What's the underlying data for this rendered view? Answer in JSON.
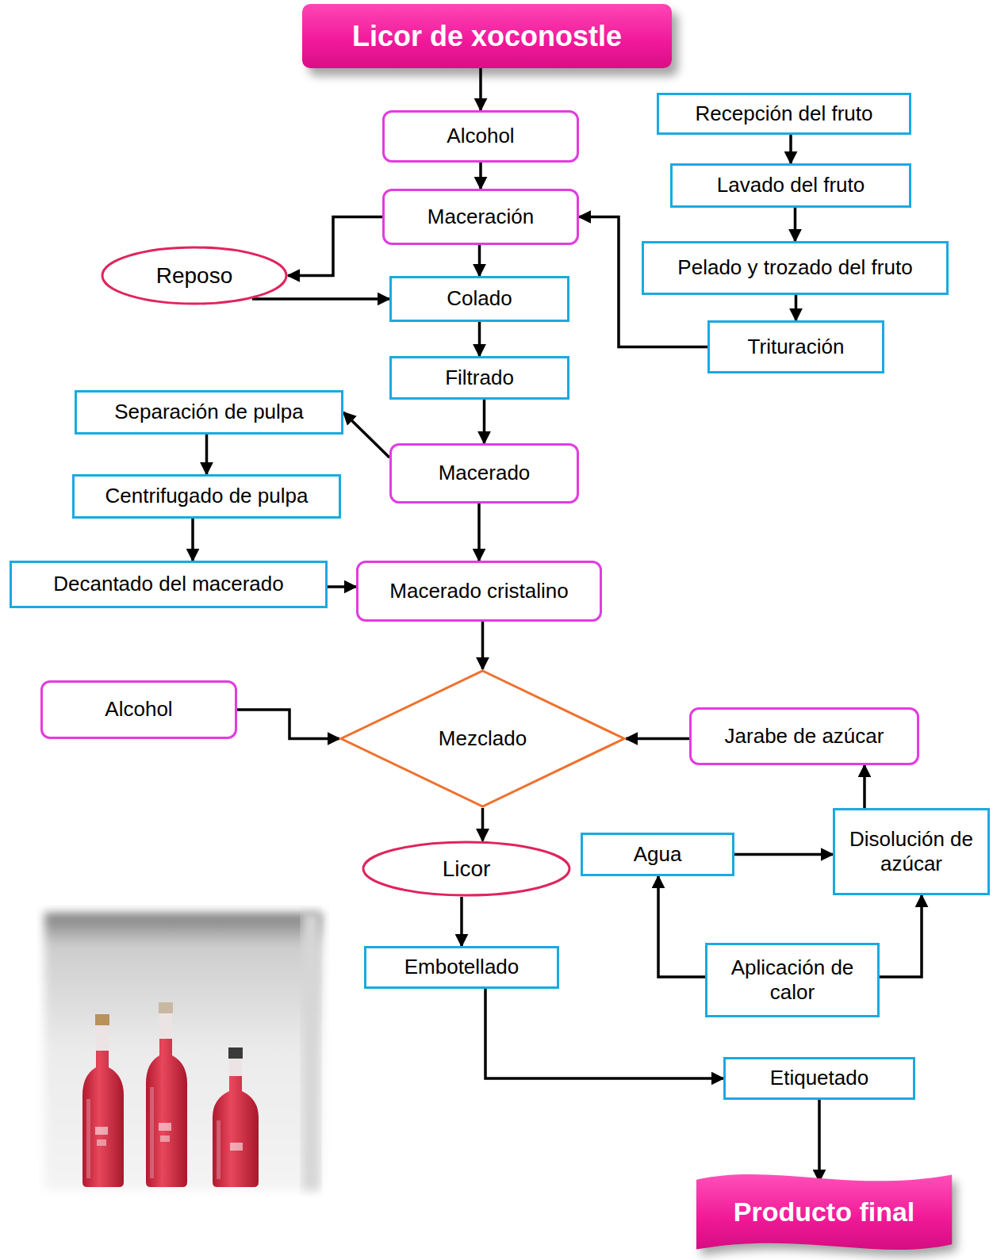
{
  "diagram": {
    "nodes": [
      {
        "text": [
          "Licor de xoconostle"
        ]
      },
      {
        "text": [
          "Alcohol"
        ]
      },
      {
        "text": [
          "Recepción del fruto"
        ]
      },
      {
        "text": [
          "Maceración"
        ]
      },
      {
        "text": [
          "Lavado del fruto"
        ]
      },
      {
        "text": [
          "Reposo"
        ]
      },
      {
        "text": [
          "Pelado y trozado del fruto"
        ]
      },
      {
        "text": [
          "Colado"
        ]
      },
      {
        "text": [
          "Trituración"
        ]
      },
      {
        "text": [
          "Filtrado"
        ]
      },
      {
        "text": [
          "Separación de pulpa"
        ]
      },
      {
        "text": [
          "Macerado"
        ]
      },
      {
        "text": [
          "Centrifugado de pulpa"
        ]
      },
      {
        "text": [
          "Decantado del macerado"
        ]
      },
      {
        "text": [
          "Macerado cristalino"
        ]
      },
      {
        "text": [
          "Alcohol"
        ]
      },
      {
        "text": [
          "Mezclado"
        ]
      },
      {
        "text": [
          "Jarabe de azúcar"
        ]
      },
      {
        "text": [
          "Licor"
        ]
      },
      {
        "text": [
          "Agua"
        ]
      },
      {
        "text": [
          "Disolución de azúcar"
        ]
      },
      {
        "text": [
          "Embotellado"
        ]
      },
      {
        "text": [
          "Aplicación de calor"
        ]
      },
      {
        "text": [
          "Etiquetado"
        ]
      },
      {
        "text": [
          "Producto final"
        ]
      }
    ],
    "edges": [
      {
        "from": 0,
        "to": 1,
        "arrow": "to"
      },
      {
        "from": 1,
        "to": 3,
        "arrow": "to"
      },
      {
        "from": 2,
        "to": 4,
        "arrow": "to"
      },
      {
        "from": 4,
        "to": 6,
        "arrow": "to"
      },
      {
        "from": 6,
        "to": 8,
        "arrow": "to"
      },
      {
        "from": 8,
        "to": 3,
        "arrow": "to"
      },
      {
        "from": 3,
        "to": 5,
        "arrow": "to"
      },
      {
        "from": 5,
        "to": 7,
        "arrow": "to"
      },
      {
        "from": 3,
        "to": 7,
        "arrow": "to"
      },
      {
        "from": 7,
        "to": 9,
        "arrow": "to"
      },
      {
        "from": 9,
        "to": 11,
        "arrow": "to"
      },
      {
        "from": 11,
        "to": 10,
        "arrow": "to"
      },
      {
        "from": 10,
        "to": 12,
        "arrow": "to"
      },
      {
        "from": 12,
        "to": 13,
        "arrow": "to"
      },
      {
        "from": 13,
        "to": 14,
        "arrow": "to"
      },
      {
        "from": 11,
        "to": 14,
        "arrow": "to"
      },
      {
        "from": 14,
        "to": 16,
        "arrow": "to"
      },
      {
        "from": 15,
        "to": 16,
        "arrow": "to"
      },
      {
        "from": 17,
        "to": 16,
        "arrow": "to"
      },
      {
        "from": 16,
        "to": 18,
        "arrow": "to"
      },
      {
        "from": 19,
        "to": 20,
        "arrow": "to"
      },
      {
        "from": 20,
        "to": 17,
        "arrow": "to"
      },
      {
        "from": 22,
        "to": 19,
        "arrow": "to"
      },
      {
        "from": 22,
        "to": 20,
        "arrow": "to"
      },
      {
        "from": 18,
        "to": 21,
        "arrow": "to"
      },
      {
        "from": 21,
        "to": 23,
        "arrow": "to"
      },
      {
        "from": 23,
        "to": 24,
        "arrow": "to"
      }
    ]
  }
}
